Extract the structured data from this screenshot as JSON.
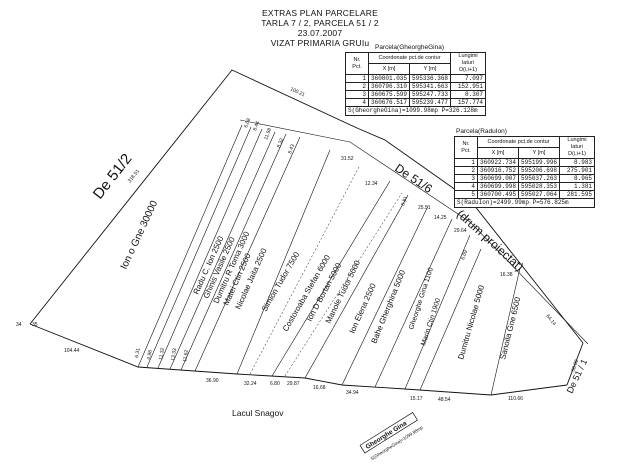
{
  "header": {
    "line1": "EXTRAS PLAN PARCELARE",
    "line2": "TARLA 7 / 2, PARCELA 51 / 2",
    "line3": "23.07.2007",
    "line4": "VIZAT PRIMARIA GRUIu"
  },
  "table1": {
    "caption": "Parcela(GheorgheGina)",
    "col_nr": "Nr. Pct.",
    "col_coord": "Coordonate pct.de contur",
    "col_x": "X [m]",
    "col_y": "Y [m]",
    "col_len": "Lungimi laturi D(i,i+1)",
    "rows": [
      [
        "1",
        "360801.035",
        "595336.368",
        "7.097"
      ],
      [
        "2",
        "360796.310",
        "595341.663",
        "152.951"
      ],
      [
        "3",
        "360675.599",
        "595247.733",
        "8.307"
      ],
      [
        "4",
        "360676.517",
        "595239.477",
        "157.774"
      ]
    ],
    "footer": "S(GheorgheGina)=1099.98mp  P=326.128m"
  },
  "table2": {
    "caption": "Parcela(RaduIon)",
    "col_nr": "Nr. Pct.",
    "col_coord": "Coordonate pct.de contur",
    "col_x": "X [m]",
    "col_y": "Y [m]",
    "col_len": "Lungimi laturi D(i,i+1)",
    "rows": [
      [
        "1",
        "360922.734",
        "595199.996",
        "8.983"
      ],
      [
        "2",
        "360916.752",
        "595206.698",
        "275.901"
      ],
      [
        "3",
        "360699.007",
        "595037.263",
        "8.965"
      ],
      [
        "4",
        "360699.998",
        "595028.353",
        "1.381"
      ],
      [
        "5",
        "360700.495",
        "595027.064",
        "281.595"
      ]
    ],
    "footer": "S(RaduIon)=2499.99mp  P=576.825m"
  },
  "labels": {
    "road_left": "De 51/2",
    "road_right": "De 51/6",
    "drum": "(drum proiectat)",
    "de_51_1": "De 51 / 1",
    "lake": "Lacul Snagov",
    "big_parcel": "Ion o Gne 30000",
    "stamp_name": "Gheorghe Gina",
    "stamp_area": "S(GheorgheGina)=1099.98mp"
  },
  "owners": [
    "Radu C. Ion 2500",
    "Ghinis Vasile 2500",
    "Dumitru R Toma 3000",
    "Matei Ctin 2500",
    "Nicolae Jaita 2500",
    "Simion Tudor 7500",
    "Costoroaba Stefan 6000",
    "Ion D Bortan 5000",
    "Manole Tudor 5000",
    "Ion Elena 2500",
    "Bahe Gherghina 5000",
    "Gheorghe Gina 1100",
    "Marin Ctin 1900",
    "Dumitru Nicolae 5000",
    "Sanoila Gne 6500"
  ],
  "dims": [
    "100.21",
    "318.51",
    "104.44",
    "6.08",
    "8.44",
    "11.98",
    "8.32",
    "8.43",
    "31.52",
    "12.34",
    "8.81",
    "25.51",
    "14.25",
    "29.64",
    "6.09",
    "16.38",
    "64.14",
    "38.80",
    "36.90",
    "32.24",
    "6.80",
    "29.87",
    "16.68",
    "34.94",
    "15.17",
    "48.54",
    "110.66",
    "6.31",
    "4.98",
    "11.32",
    "13.33",
    "11.62",
    "34",
    "35"
  ]
}
